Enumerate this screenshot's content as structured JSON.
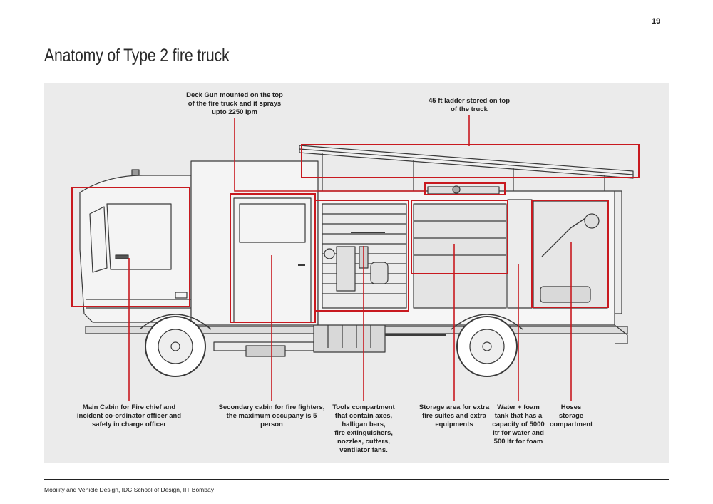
{
  "page": {
    "number": "19",
    "title": "Anatomy of Type 2 fire truck"
  },
  "diagram": {
    "accent_color": "#c8191f",
    "labels": {
      "deck_gun": "Deck Gun mounted on the top\nof the fire truck and it sprays\nupto 2250 lpm",
      "ladder": "45 ft ladder stored on top\nof the truck",
      "main_cabin": "Main Cabin for Fire chief and\nincident co-ordinator officer and\nsafety in charge officer",
      "secondary_cabin": "Secondary cabin for fire fighters,\nthe maximum occupany is 5\nperson",
      "tools": "Tools compartment\nthat contain axes,\nhalligan bars,\nfire extinguishers,\nnozzles, cutters,\nventilator fans.",
      "storage": "Storage area for extra\nfire suites and extra\nequipments",
      "tank": "Water + foam\ntank that has a\ncapacity of 5000\nltr for water and\n500 ltr for foam",
      "hoses": "Hoses\nstorage\ncompartment"
    }
  },
  "footer": {
    "credit": "Mobility and Vehicle Design, IDC School of Design, IIT Bombay"
  }
}
